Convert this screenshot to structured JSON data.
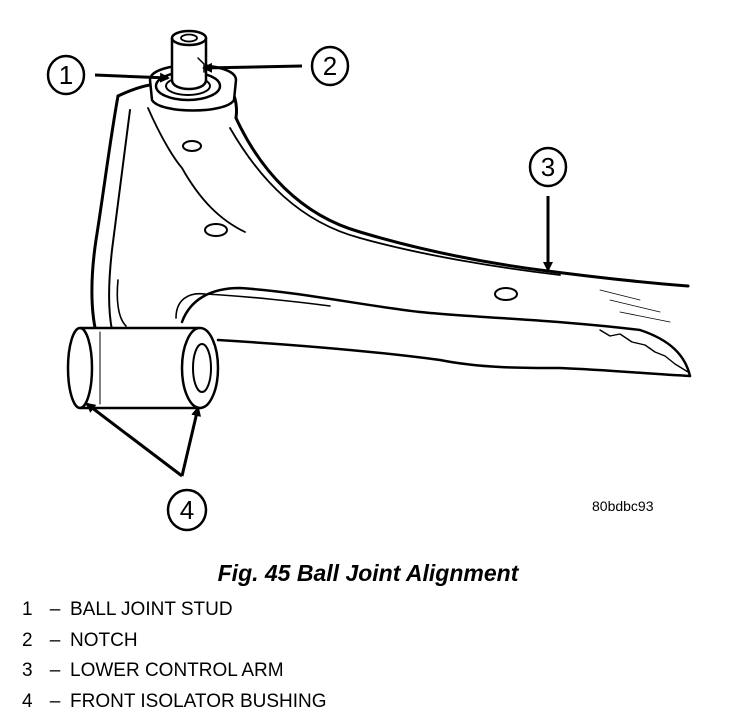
{
  "figure": {
    "id_label": "80bdbc93",
    "caption": "Fig. 45 Ball Joint Alignment",
    "callouts": [
      "1",
      "2",
      "3",
      "4"
    ]
  },
  "legend": {
    "separator": "–",
    "items": [
      {
        "num": "1",
        "label": "BALL JOINT STUD"
      },
      {
        "num": "2",
        "label": "NOTCH"
      },
      {
        "num": "3",
        "label": "LOWER CONTROL ARM"
      },
      {
        "num": "4",
        "label": "FRONT ISOLATOR BUSHING"
      }
    ]
  }
}
